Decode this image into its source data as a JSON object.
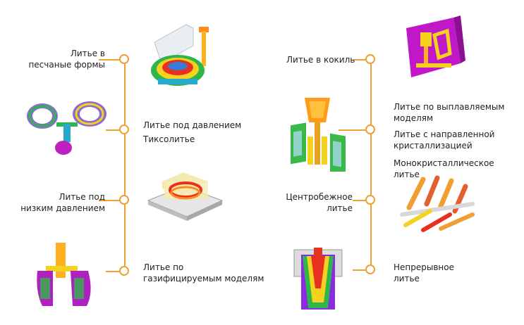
{
  "colors": {
    "line": "#f0a030",
    "node_fill": "#ffffff",
    "text": "#222222"
  },
  "left_branch": {
    "items": [
      {
        "lines": [
          "Литье в",
          "песчаные формы"
        ],
        "icon": "sand-casting-model-icon"
      },
      {
        "lines": [
          "Литье под давлением",
          "Тиксолитье"
        ],
        "icon": "die-casting-model-icon"
      },
      {
        "lines": [
          "Литье под",
          "низким давлением"
        ],
        "icon": "low-pressure-casting-model-icon"
      },
      {
        "lines": [
          "Литье по",
          "газифицируемым моделям"
        ],
        "icon": "lost-foam-casting-model-icon"
      }
    ]
  },
  "right_branch": {
    "items": [
      {
        "lines": [
          "Литье в кокиль"
        ],
        "icon": "permanent-mold-model-icon"
      },
      {
        "lines": [
          "Литье по выплавляемым",
          "моделям"
        ],
        "icon": "investment-casting-model-icon"
      },
      {
        "lines": [
          "Литье с направленной",
          "кристаллизацией"
        ]
      },
      {
        "lines": [
          "Монокристаллическое",
          "литье"
        ]
      },
      {
        "lines": [
          "Центробежное",
          "литье"
        ],
        "icon": "centrifugal-casting-model-icon"
      },
      {
        "lines": [
          "Непрерывное",
          "литье"
        ],
        "icon": "continuous-casting-model-icon"
      }
    ]
  }
}
